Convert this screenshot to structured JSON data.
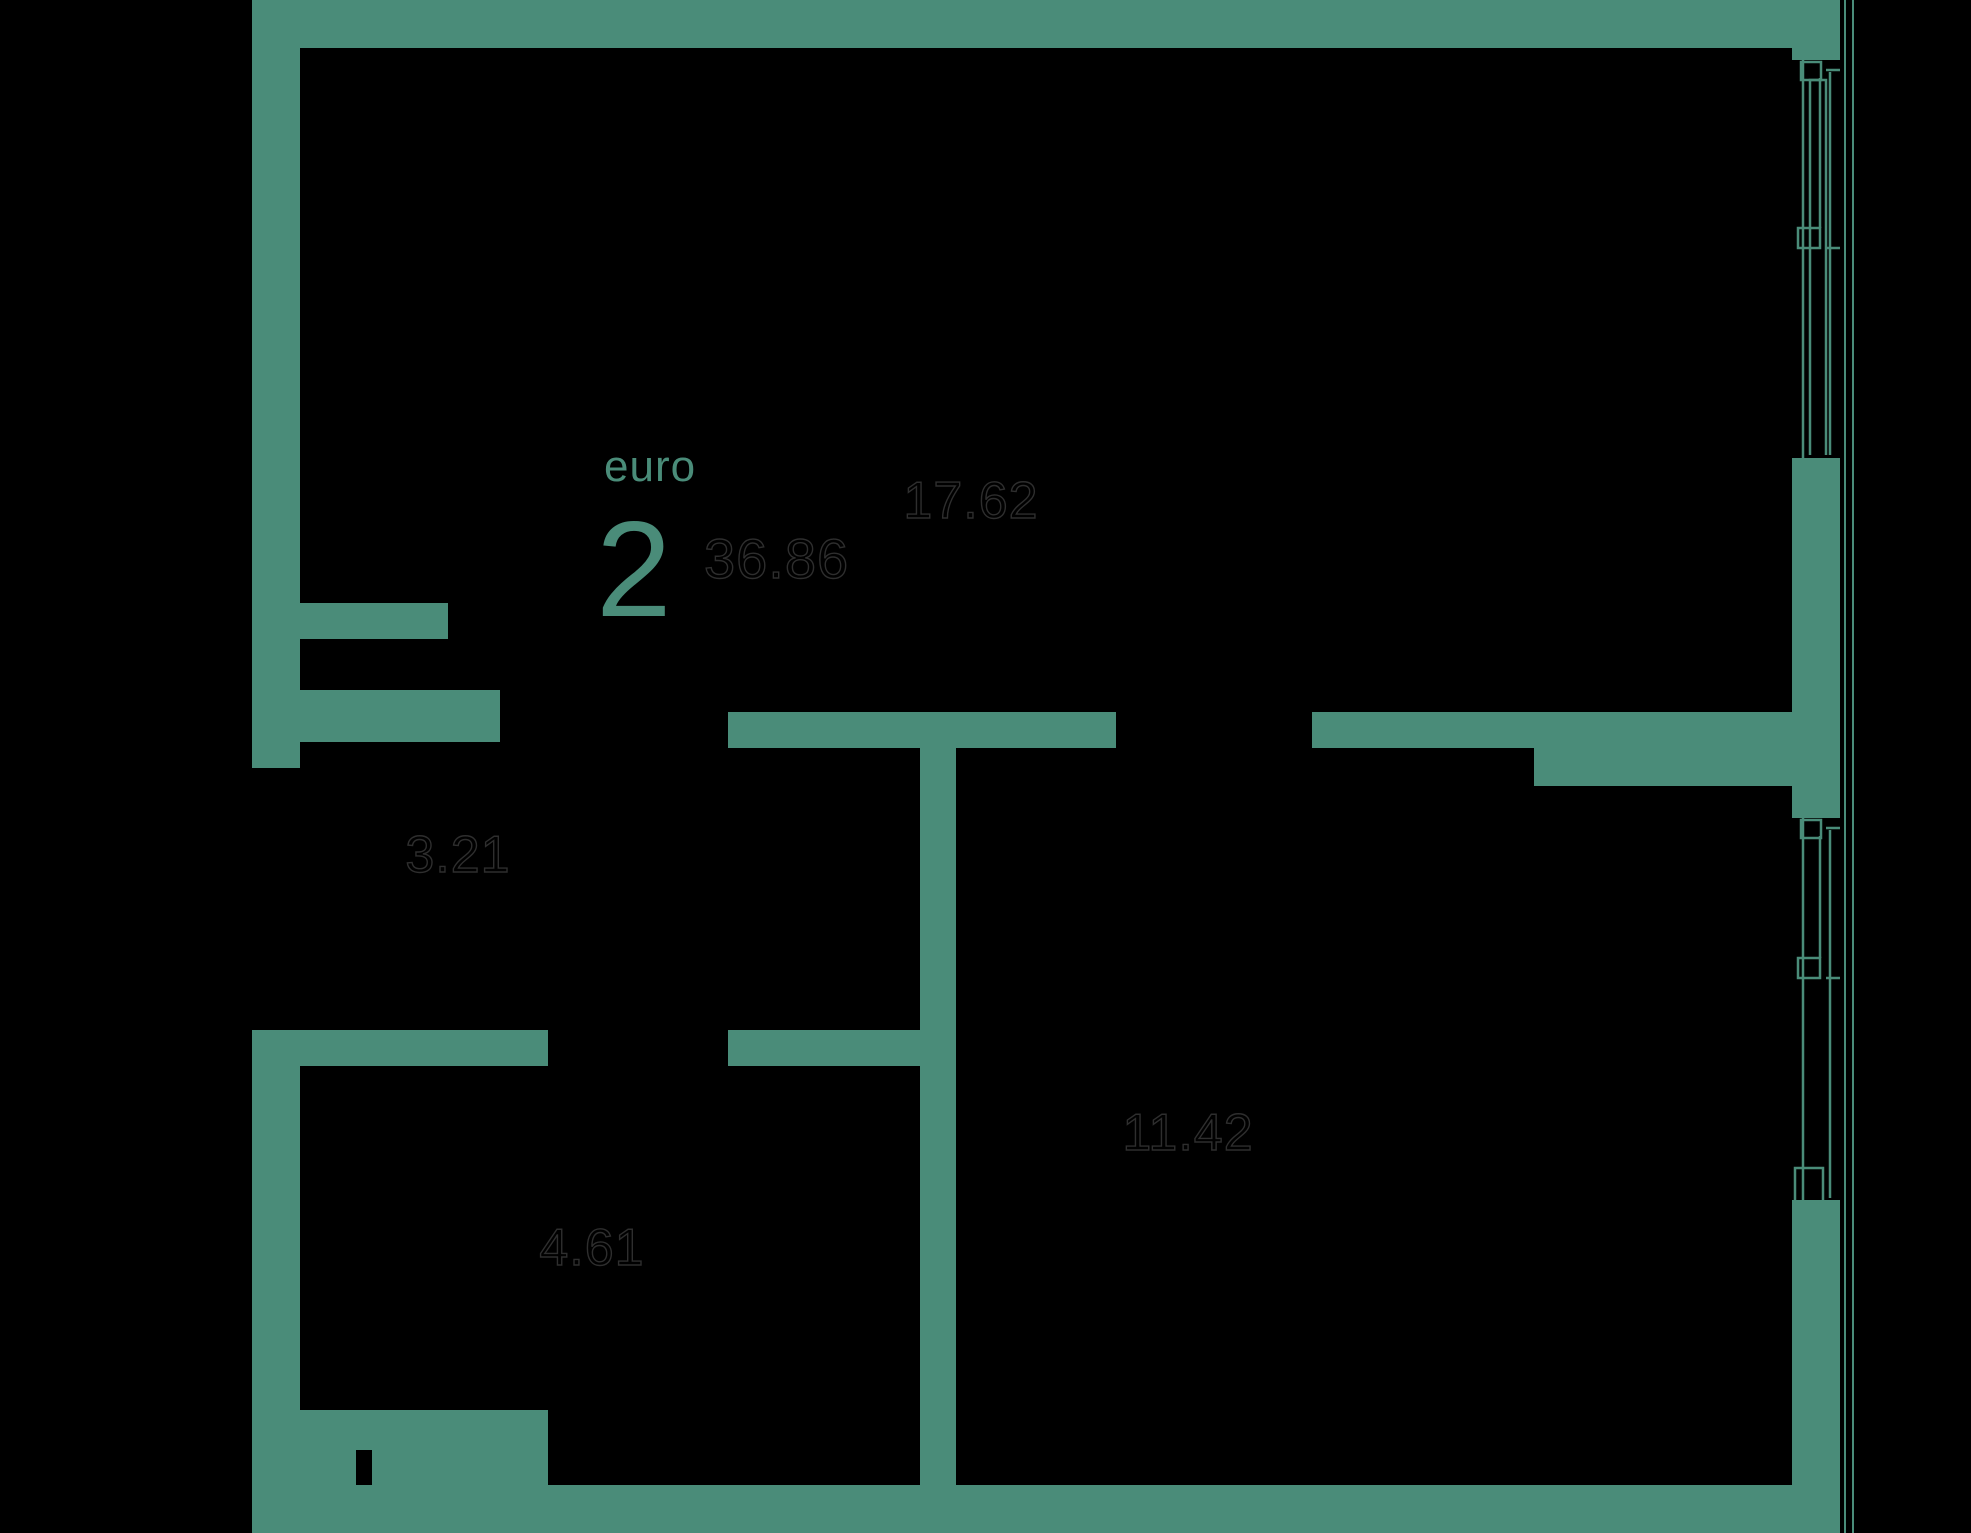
{
  "plan": {
    "type": "apartment-floor-plan",
    "brand": {
      "word": "euro",
      "rooms_number": "2",
      "total_area": "36.86"
    },
    "background_color": "#000000",
    "wall_color": "#4a8c79",
    "label_stroke_color": "#2e2e2e",
    "rooms": [
      {
        "id": "living-kitchen",
        "area_label": "17.62"
      },
      {
        "id": "hall",
        "area_label": "3.21"
      },
      {
        "id": "bathroom",
        "area_label": "4.61"
      },
      {
        "id": "bedroom",
        "area_label": "11.42"
      }
    ],
    "labels": {
      "living_kitchen_area": "17.62",
      "hall_area": "3.21",
      "bathroom_area": "4.61",
      "bedroom_area": "11.42"
    },
    "features": {
      "windows": [
        {
          "id": "window-top-right",
          "side": "east"
        },
        {
          "id": "window-bottom-right",
          "side": "east"
        }
      ],
      "doors": [
        {
          "id": "door-entry",
          "side": "west"
        },
        {
          "id": "door-hall-to-living",
          "side": "interior"
        },
        {
          "id": "door-hall-to-bedroom",
          "side": "interior"
        },
        {
          "id": "door-hall-to-bathroom",
          "side": "interior"
        }
      ],
      "fixtures": [
        {
          "id": "bathroom-fixture-left"
        },
        {
          "id": "bathroom-fixture-tub"
        }
      ]
    }
  }
}
